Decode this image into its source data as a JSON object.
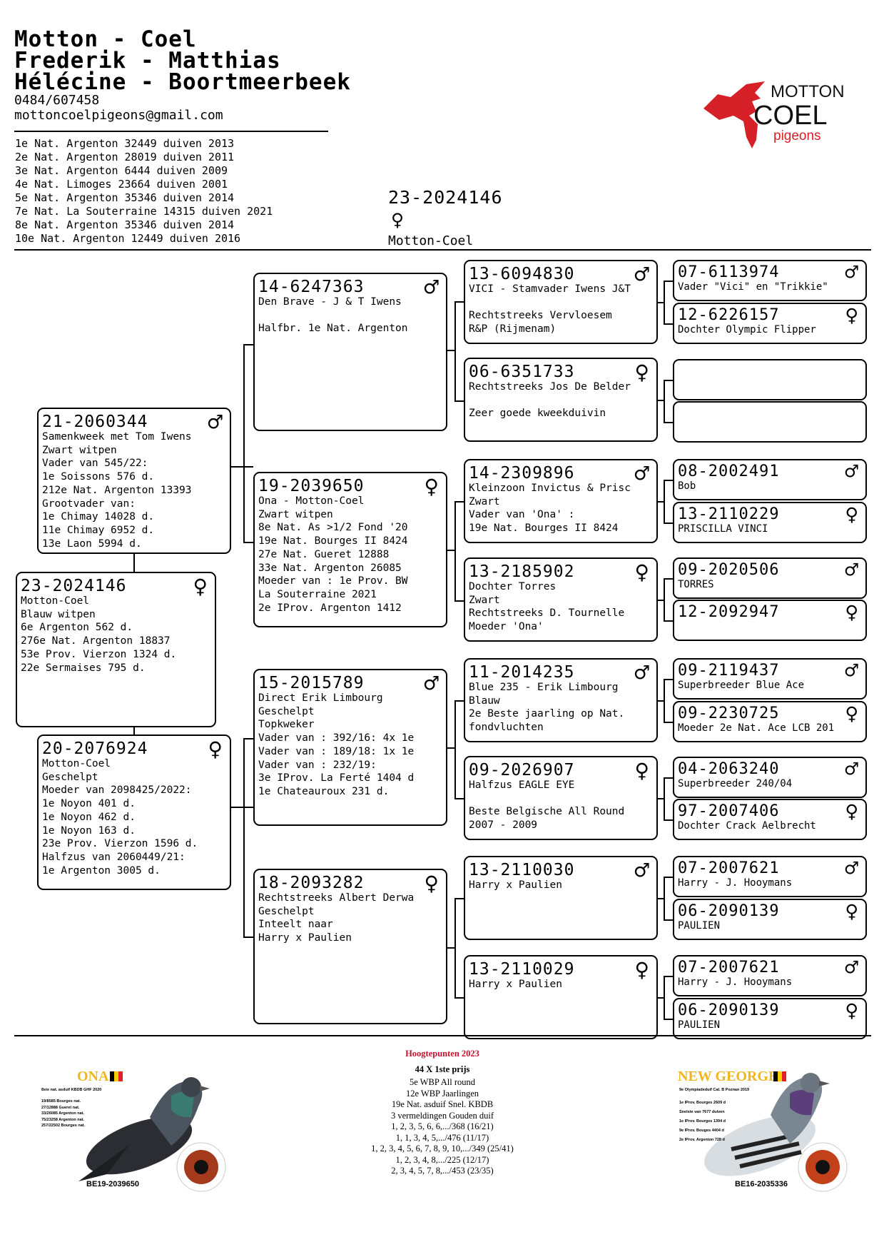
{
  "header": {
    "name1": "Motton - Coel",
    "name2": "Frederik - Matthias",
    "name3": "Hélécine - Boortmeerbeek",
    "phone": "0484/607458",
    "email": "mottoncoelpigeons@gmail.com"
  },
  "results": [
    "1e Nat. Argenton 32449 duiven 2013",
    "2e Nat. Argenton 28019 duiven 2011",
    "3e Nat. Argenton 6444 duiven 2009",
    "4e Nat. Limoges 23664 duiven 2001",
    "5e Nat. Argenton 35346 duiven 2014",
    "7e Nat. La Souterraine 14315 duiven 2021",
    "8e Nat. Argenton 35346 duiven 2014",
    "10e Nat. Argenton 12449 duiven 2016"
  ],
  "subject": {
    "ring": "23-2024146",
    "sex": "♀",
    "name": "Motton-Coel"
  },
  "logo": {
    "line1": "MOTTON",
    "line2": "COEL",
    "line3": "pigeons",
    "color": "#d62027"
  },
  "symbols": {
    "male": "♂",
    "female": "♀"
  },
  "pedigree": {
    "p0": {
      "ring": "23-2024146",
      "sex": "♀",
      "lines": [
        "Motton-Coel",
        "Blauw witpen",
        "6e Argenton 562 d.",
        "276e Nat. Argenton 18837",
        "53e Prov. Vierzon 1324 d.",
        "22e Sermaises 795 d."
      ]
    },
    "p1": {
      "ring": "21-2060344",
      "sex": "♂",
      "lines": [
        "Samenkweek met Tom Iwens",
        "Zwart witpen",
        "Vader van 545/22:",
        "1e Soissons 576 d.",
        "212e Nat. Argenton 13393",
        "Grootvader van:",
        "1e Chimay 14028 d.",
        "11e Chimay 6952 d.",
        "13e Laon 5994 d."
      ]
    },
    "p2": {
      "ring": "20-2076924",
      "sex": "♀",
      "lines": [
        "Motton-Coel",
        "Geschelpt",
        "Moeder van 2098425/2022:",
        "1e Noyon 401 d.",
        "1e Noyon 462 d.",
        "1e Noyon 163 d.",
        "23e Prov. Vierzon 1596 d.",
        "Halfzus van 2060449/21:",
        "1e Argenton 3005 d."
      ]
    },
    "p3": {
      "ring": "14-6247363",
      "sex": "♂",
      "lines": [
        "Den Brave - J & T Iwens",
        "",
        "Halfbr. 1e Nat. Argenton"
      ]
    },
    "p4": {
      "ring": "19-2039650",
      "sex": "♀",
      "lines": [
        "Ona - Motton-Coel",
        "Zwart witpen",
        "8e Nat. As >1/2 Fond '20",
        "19e Nat. Bourges II 8424",
        "27e Nat. Gueret 12888",
        "33e Nat. Argenton 26085",
        "Moeder van : 1e Prov. BW",
        "La Souterraine 2021",
        "2e IProv. Argenton 1412"
      ]
    },
    "p5": {
      "ring": "15-2015789",
      "sex": "♂",
      "lines": [
        "Direct Erik Limbourg",
        "Geschelpt",
        "Topkweker",
        "Vader van : 392/16: 4x 1e",
        "Vader van : 189/18: 1x 1e",
        "Vader van : 232/19:",
        "3e IProv. La Ferté 1404 d",
        "1e Chateauroux 231 d."
      ]
    },
    "p6": {
      "ring": "18-2093282",
      "sex": "♀",
      "lines": [
        "Rechtstreeks Albert Derwa",
        "Geschelpt",
        "Inteelt naar",
        "Harry x Paulien"
      ]
    },
    "p7": {
      "ring": "13-6094830",
      "sex": "♂",
      "lines": [
        "VICI - Stamvader Iwens J&T",
        "",
        "Rechtstreeks Vervloesem",
        "R&P (Rijmenam)"
      ]
    },
    "p8": {
      "ring": "06-6351733",
      "sex": "♀",
      "lines": [
        "Rechtstreeks Jos De Belder",
        "",
        "Zeer goede kweekduivin"
      ]
    },
    "p9": {
      "ring": "14-2309896",
      "sex": "♂",
      "lines": [
        "Kleinzoon Invictus & Prisc",
        "Zwart",
        "Vader van 'Ona' :",
        "19e Nat. Bourges II 8424"
      ]
    },
    "p10": {
      "ring": "13-2185902",
      "sex": "♀",
      "lines": [
        "Dochter Torres",
        "Zwart",
        "Rechtstreeks D. Tournelle",
        "Moeder 'Ona'"
      ]
    },
    "p11": {
      "ring": "11-2014235",
      "sex": "♂",
      "lines": [
        "Blue 235 - Erik Limbourg",
        "Blauw",
        "2e Beste jaarling op Nat.",
        "fondvluchten"
      ]
    },
    "p12": {
      "ring": "09-2026907",
      "sex": "♀",
      "lines": [
        "Halfzus EAGLE EYE",
        "",
        "Beste Belgische All Round",
        "2007 - 2009"
      ]
    },
    "p13": {
      "ring": "13-2110030",
      "sex": "♂",
      "lines": [
        "Harry x Paulien"
      ]
    },
    "p14": {
      "ring": "13-2110029",
      "sex": "♀",
      "lines": [
        "Harry x Paulien"
      ]
    },
    "p15": {
      "ring": "07-6113974",
      "sex": "♂",
      "lines": [
        "Vader \"Vici\" en \"Trikkie\""
      ]
    },
    "p16": {
      "ring": "12-6226157",
      "sex": "♀",
      "lines": [
        "Dochter Olympic Flipper"
      ]
    },
    "p17": {
      "ring": "",
      "sex": "",
      "lines": []
    },
    "p18": {
      "ring": "",
      "sex": "",
      "lines": []
    },
    "p19": {
      "ring": "08-2002491",
      "sex": "♂",
      "lines": [
        "Bob"
      ]
    },
    "p20": {
      "ring": "13-2110229",
      "sex": "♀",
      "lines": [
        "PRISCILLA VINCI"
      ]
    },
    "p21": {
      "ring": "09-2020506",
      "sex": "♂",
      "lines": [
        "TORRES"
      ]
    },
    "p22": {
      "ring": "12-2092947",
      "sex": "♀",
      "lines": []
    },
    "p23": {
      "ring": "09-2119437",
      "sex": "♂",
      "lines": [
        "Superbreeder Blue Ace"
      ]
    },
    "p24": {
      "ring": "09-2230725",
      "sex": "♀",
      "lines": [
        "Moeder 2e Nat. Ace LCB 201"
      ]
    },
    "p25": {
      "ring": "04-2063240",
      "sex": "♂",
      "lines": [
        "Superbreeder 240/04"
      ]
    },
    "p26": {
      "ring": "97-2007406",
      "sex": "♀",
      "lines": [
        "Dochter Crack Aelbrecht"
      ]
    },
    "p27": {
      "ring": "07-2007621",
      "sex": "♂",
      "lines": [
        "Harry - J. Hooymans"
      ]
    },
    "p28": {
      "ring": "06-2090139",
      "sex": "♀",
      "lines": [
        "PAULIEN"
      ]
    },
    "p29": {
      "ring": "07-2007621",
      "sex": "♂",
      "lines": [
        "Harry - J. Hooymans"
      ]
    },
    "p30": {
      "ring": "06-2090139",
      "sex": "♀",
      "lines": [
        "PAULIEN"
      ]
    }
  },
  "bottom": {
    "left": {
      "name": "ONA",
      "subtitle": "8ste nat. asduif KBDB GHF 2020",
      "results": [
        "19/8585 Bourges nat.",
        "27/12888 Gueret nat.",
        "33/26085 Argenton nat.",
        "75/23258 Argenton nat.",
        "257/22502 Bourges nat."
      ],
      "ring": "BE19-2039650"
    },
    "center": {
      "title": "Hoogtepunten 2023",
      "count": "44 X 1ste prijs",
      "lines": [
        "5e WBP All round",
        "12e WBP Jaarlingen",
        "19e Nat. asduif Snel. KBDB",
        "3 vermeldingen Gouden duif",
        "1, 2, 3, 5, 6, 6,.../368 (16/21)",
        "1, 1, 3, 4, 5,.../476 (11/17)",
        "1, 2, 3, 4, 5, 6, 7, 8, 9, 10,.../349 (25/41)",
        "1, 2, 3, 4, 8,.../225 (12/17)",
        "2, 3, 4, 5, 7, 8,.../453 (23/35)"
      ]
    },
    "right": {
      "name": "NEW GEORGE",
      "subtitle": "9e Olympiadeduif Cat. B Poznan 2019",
      "results": [
        "1e IProv. Bourges 2609 d",
        "Snelste van 7677 duiven",
        "1e IProv. Bourges 1394 d",
        "9e IProv. Bouges 4404 d",
        "2e IProv. Argenton 728 d"
      ],
      "ring": "BE16-2035336"
    }
  }
}
